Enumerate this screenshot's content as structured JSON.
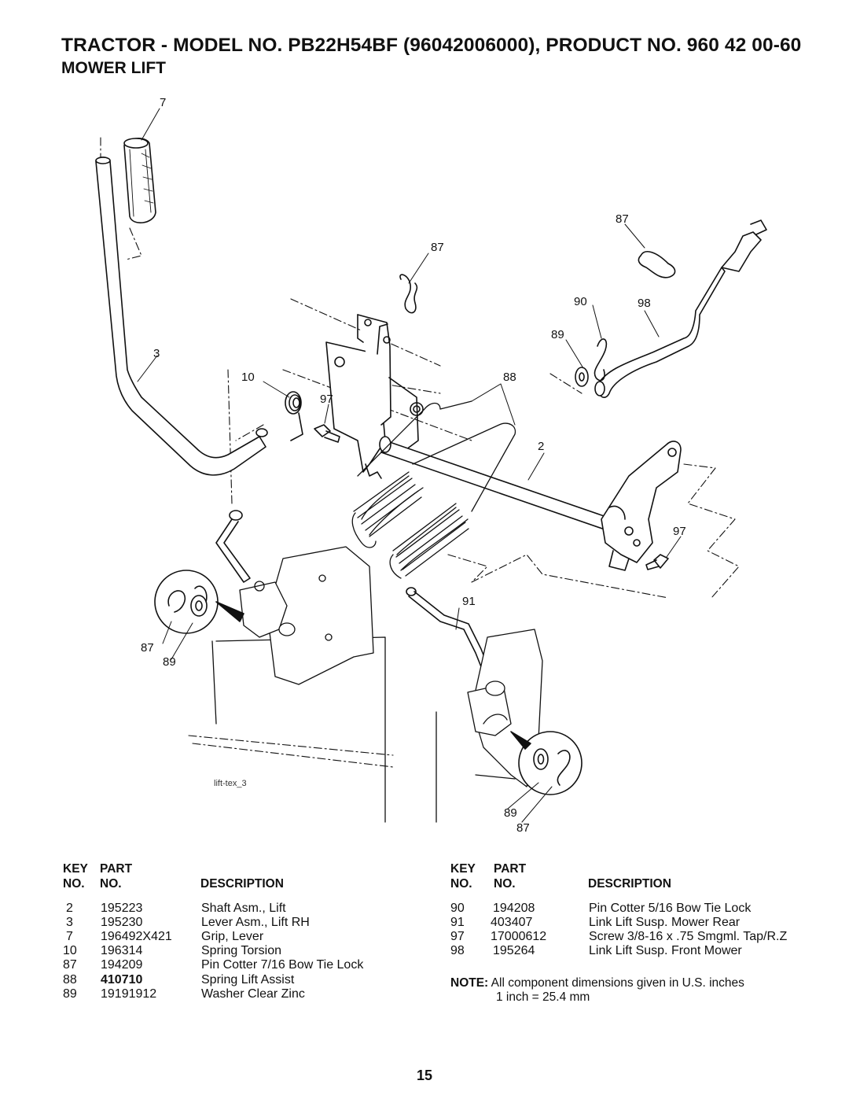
{
  "header": {
    "title": "TRACTOR - MODEL NO. PB22H54BF (96042006000), PRODUCT NO. 960 42 00-60",
    "subtitle": "MOWER LIFT"
  },
  "diagram": {
    "watermark": "lift-tex_3",
    "callouts": [
      "7",
      "87",
      "87",
      "90",
      "98",
      "89",
      "3",
      "10",
      "97",
      "88",
      "2",
      "97",
      "91",
      "87",
      "89",
      "89",
      "87"
    ]
  },
  "parts_table": {
    "header_key": "KEY",
    "header_part": "PART",
    "header_no": "NO.",
    "header_part_no": "NO.",
    "header_description": "DESCRIPTION",
    "left_rows": [
      {
        "key": "2",
        "part": "195223",
        "desc": "Shaft Asm., Lift"
      },
      {
        "key": "3",
        "part": "195230",
        "desc": "Lever Asm., Lift RH"
      },
      {
        "key": "7",
        "part": "196492X421",
        "desc": "Grip, Lever"
      },
      {
        "key": "10",
        "part": "196314",
        "desc": "Spring Torsion"
      },
      {
        "key": "87",
        "part": "194209",
        "desc": "Pin Cotter 7/16 Bow Tie Lock"
      },
      {
        "key": "88",
        "part": "410710",
        "desc": "Spring Lift Assist"
      },
      {
        "key": "89",
        "part": "19191912",
        "desc": "Washer Clear Zinc"
      }
    ],
    "right_rows": [
      {
        "key": "90",
        "part": "194208",
        "desc": "Pin Cotter 5/16 Bow Tie Lock"
      },
      {
        "key": "91",
        "part": "403407",
        "desc": "Link Lift Susp. Mower Rear"
      },
      {
        "key": "97",
        "part": "17000612",
        "desc": "Screw 3/8-16 x .75 Smgml. Tap/R.Z"
      },
      {
        "key": "98",
        "part": "195264",
        "desc": "Link Lift Susp. Front Mower"
      }
    ]
  },
  "note": {
    "label": "NOTE:",
    "text": "All component dimensions given in U.S. inches",
    "conversion": "1 inch = 25.4 mm"
  },
  "page_number": "15"
}
